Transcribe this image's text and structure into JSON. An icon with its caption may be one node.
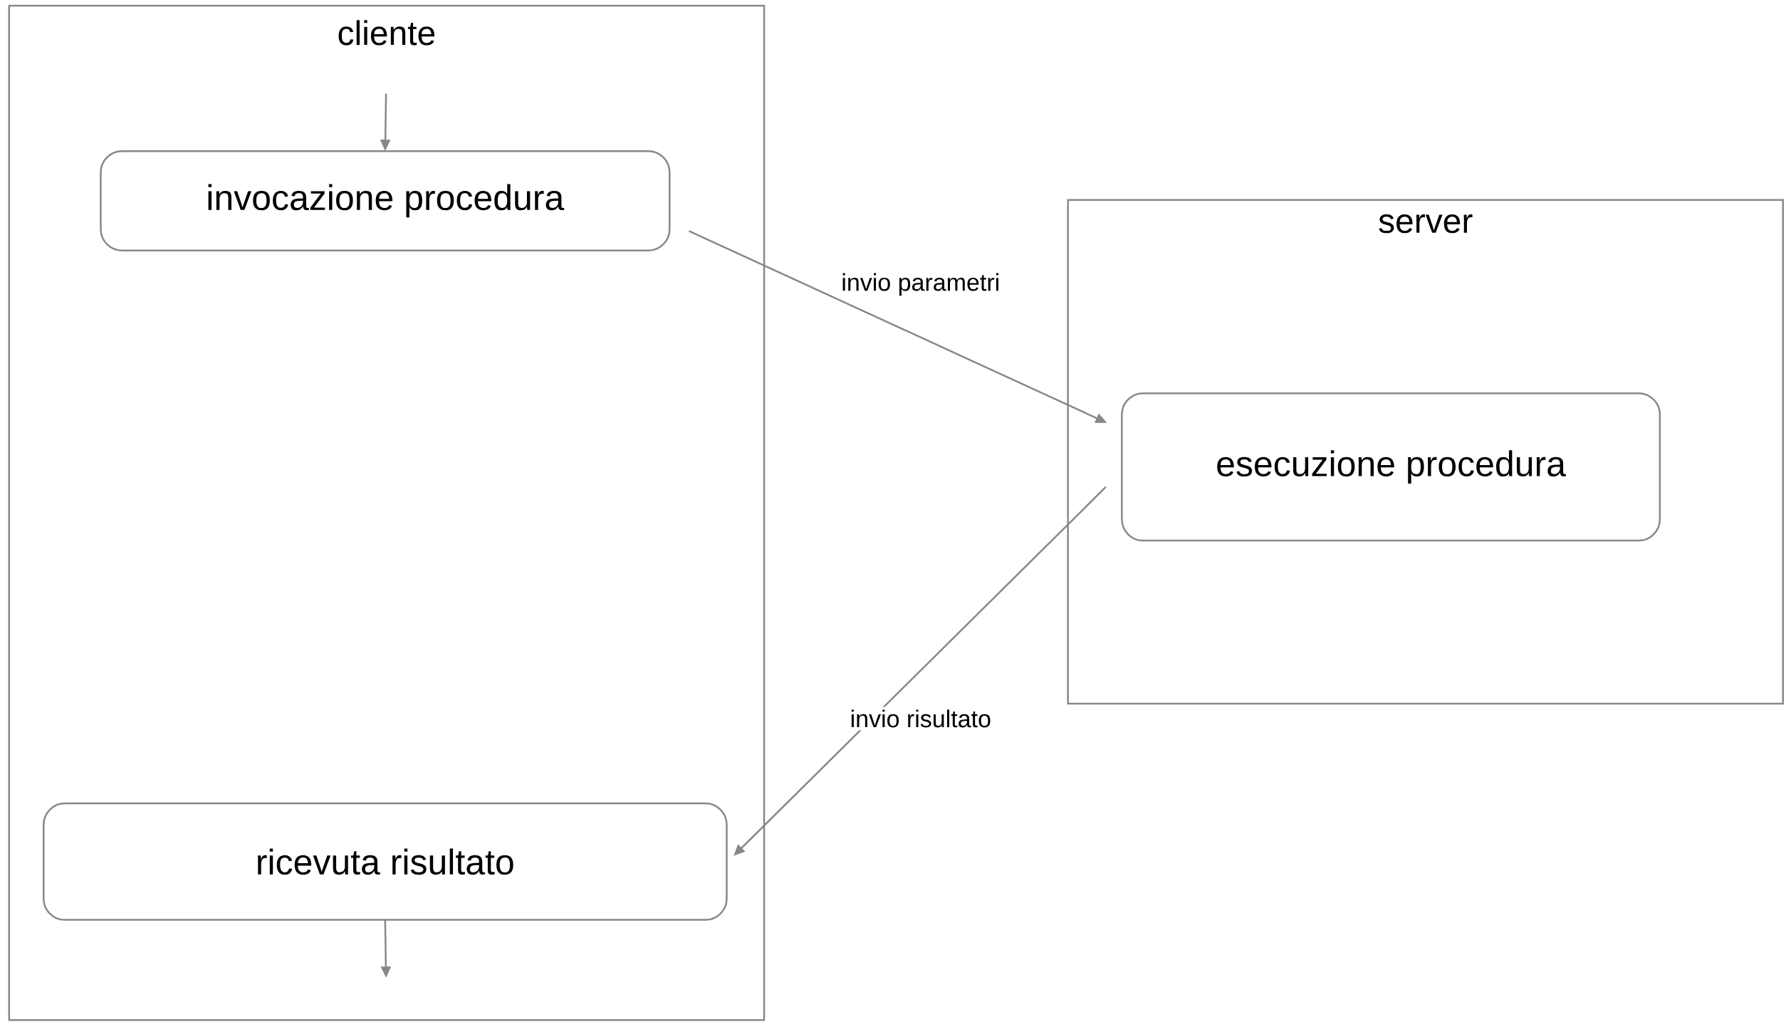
{
  "diagram": {
    "nodes": [
      {
        "text": [
          "cliente"
        ]
      },
      {
        "text": [
          "invocazione procedura"
        ],
        "in": 0
      },
      {
        "text": [
          "server"
        ]
      },
      {
        "text": [
          "esecuzione procedura"
        ],
        "in": 2
      },
      {
        "text": [
          "ricevuta risultato"
        ],
        "in": 0
      }
    ],
    "edges": [
      {
        "from": null,
        "to": 1,
        "arrow": "to"
      },
      {
        "from": 1,
        "to": 3,
        "arrow": "to",
        "label": "invio parametri"
      },
      {
        "from": 3,
        "to": 4,
        "arrow": "to",
        "label": "invio risultato"
      },
      {
        "from": 4,
        "to": null,
        "arrow": "to"
      }
    ]
  }
}
